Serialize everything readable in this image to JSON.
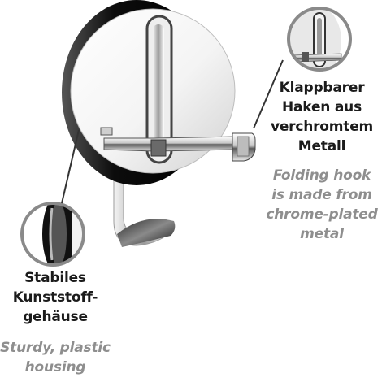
{
  "labels": {
    "hook_german": "Klappbarer\nHaken aus\nverchromtem\nMetall",
    "hook_english": "Folding hook\nis made from\nchrome-plated\nmetal",
    "housing_german": "Stabiles\nKunststoff-\ngehäuse",
    "housing_english": "Sturdy, plastic\nhousing"
  },
  "colors": {
    "label_primary": "#1b1b1b",
    "label_secondary": "#8e8e8e",
    "housing_shell": "#111111",
    "chrome": "#d8d8d8",
    "callout_ring": "#8a8a8a"
  },
  "icons": {
    "product": "wall-hook-icon",
    "detail_hook": "folding-hook-detail-icon",
    "detail_housing": "plastic-housing-detail-icon"
  }
}
